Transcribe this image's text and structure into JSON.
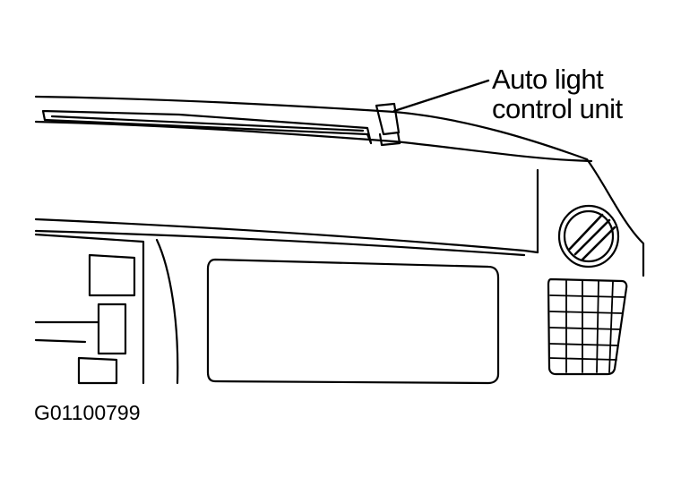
{
  "callout": {
    "line1": "Auto light",
    "line2": "control unit"
  },
  "figure_code": "G01100799",
  "colors": {
    "ink": "#000000",
    "paper": "#ffffff"
  }
}
